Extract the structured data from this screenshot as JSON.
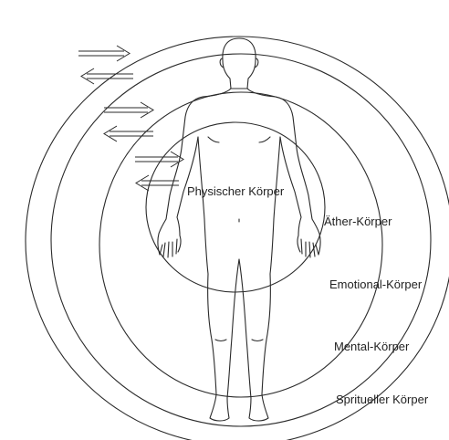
{
  "diagram": {
    "labels": {
      "physical": "Physischer Körper",
      "etheric": "Äther-Körper",
      "emotional": "Emotional-Körper",
      "mental": "Mental-Körper",
      "spiritual": "Spritueller Körper"
    },
    "line_color": "#2a2a2a",
    "text_color": "#222222",
    "background": "#ffffff"
  }
}
